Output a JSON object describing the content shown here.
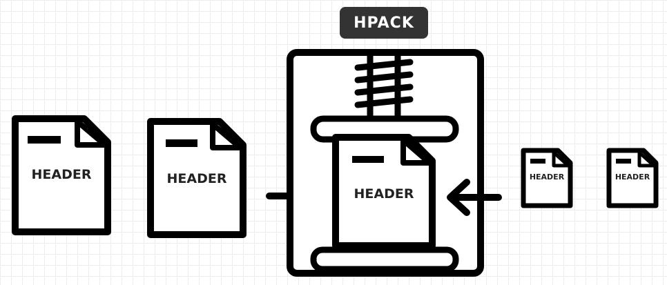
{
  "title": {
    "label": "HPACK"
  },
  "documents": [
    {
      "label": "HEADER"
    },
    {
      "label": "HEADER"
    },
    {
      "label": "HEADER"
    },
    {
      "label": "HEADER"
    },
    {
      "label": "HEADER"
    }
  ],
  "colors": {
    "stroke": "#000000",
    "badge_bg": "#333333",
    "badge_text": "#ffffff"
  },
  "icons": [
    "document-icon",
    "press-icon",
    "arrow-right-icon",
    "arrow-left-icon"
  ]
}
